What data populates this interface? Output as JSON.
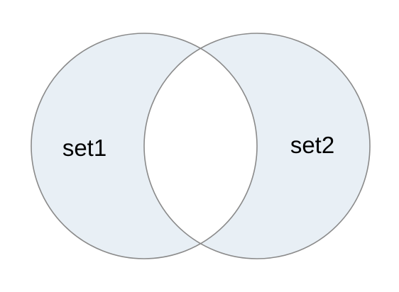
{
  "diagram": {
    "type": "venn",
    "sets": [
      {
        "label": "set1"
      },
      {
        "label": "set2"
      }
    ],
    "intersection_highlighted": false,
    "colors": {
      "fill": "#e8eff5",
      "stroke": "#8a8a8a",
      "intersection": "#ffffff",
      "label": "#000000"
    }
  }
}
